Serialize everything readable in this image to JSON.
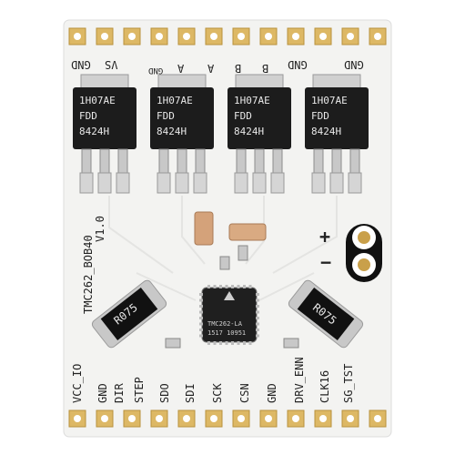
{
  "board": {
    "name": "TMC262_BOB40",
    "version": "V1.0",
    "top_pins": [
      "GND",
      "VS",
      "GND",
      "A",
      "A",
      "B",
      "B",
      "GND",
      "GND"
    ],
    "bottom_pins": [
      "VCC_IO",
      "GND",
      "DIR",
      "STEP",
      "SDO",
      "SDI",
      "SCK",
      "CSN",
      "GND",
      "DRV_ENN",
      "CLK16",
      "SG_TST"
    ],
    "power": {
      "plus": "+",
      "minus": "−"
    }
  },
  "mosfets": [
    {
      "line1": "1H07AE",
      "line2": "FDD",
      "line3": "8424H"
    },
    {
      "line1": "1H07AE",
      "line2": "FDD",
      "line3": "8424H"
    },
    {
      "line1": "1H07AE",
      "line2": "FDD",
      "line3": "8424H"
    },
    {
      "line1": "1H07AE",
      "line2": "FDD",
      "line3": "8424H"
    }
  ],
  "resistors": {
    "left": "R075",
    "right": "R075"
  },
  "driver_ic": {
    "line1": "TMC262-LA",
    "line2": "1517 10951"
  },
  "colors": {
    "pcb": "#f4f4f2",
    "gold": "#c9a04a",
    "pad": "#ddb865",
    "chip": "#222222",
    "silk": "#222222"
  }
}
